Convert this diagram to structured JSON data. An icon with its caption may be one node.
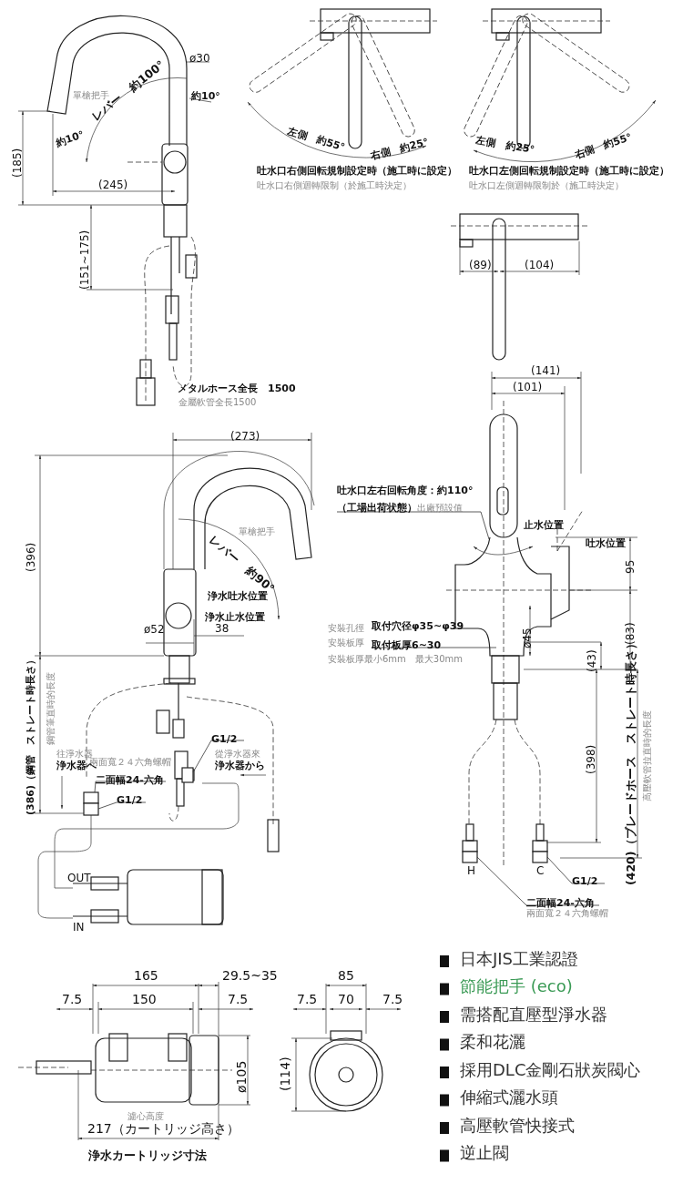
{
  "diagram": {
    "nodes": [
      {
        "text": [
          "吐水口左右回転角度：約110°",
          "（工場出荷状態）",
          "出廠預設值"
        ]
      },
      {
        "text": [
          "取付板厚6~30"
        ]
      },
      {
        "text": [
          "G1/2"
        ]
      },
      {
        "text": [
          "二面幅24-六角"
        ]
      },
      {
        "text": [
          "G1/2"
        ]
      },
      {
        "text": [
          "G1/2"
        ]
      },
      {
        "text": [
          "二面幅24-六角"
        ]
      },
      {
        "text": [],
        "shape": "box"
      },
      {
        "text": [],
        "shape": "box"
      },
      {
        "text": [],
        "shape": "box"
      },
      {
        "text": [],
        "shape": "box",
        "beside": [
          "H"
        ]
      },
      {
        "text": [],
        "shape": "box",
        "beside": [
          "C"
        ]
      }
    ],
    "edges": [
      {
        "from": 0,
        "to": null,
        "arrow": "none"
      },
      {
        "from": 1,
        "to": null,
        "arrow": "none"
      },
      {
        "from": 2,
        "to": 7,
        "arrow": "none"
      },
      {
        "from": 3,
        "to": 8,
        "arrow": "none"
      },
      {
        "from": 4,
        "to": 9,
        "arrow": "none"
      },
      {
        "from": 5,
        "to": 11,
        "arrow": "none"
      },
      {
        "from": 6,
        "to": 10,
        "arrow": "none"
      }
    ],
    "labels": [
      "ø30",
      "單槍把手",
      "レバー　約100°",
      "約10°",
      "約10°",
      "(185)",
      "(245)",
      "(151~175)",
      "メタルホース全長　1500",
      "金屬軟管全長1500",
      "左側　約55°",
      "右側　約25°",
      "吐水口右側回転規制設定時（施工時に設定）",
      "吐水口右側迴轉限制（於施工時決定）",
      "左側　約25°",
      "右側　約55°",
      "吐水口左側回転規制設定時（施工時に設定）",
      "吐水口左側迴轉限制於（施工時決定）",
      "(89)",
      "(104)",
      "(141)",
      "(101)",
      "(273)",
      "(396)",
      "單槍把手",
      "レバー　約90°",
      "浄水吐水位置",
      "止水位置",
      "吐水位置",
      "95",
      "浄水止水位置",
      "ø52",
      "38",
      "ø45",
      "(43)",
      "(83)",
      "安裝孔徑",
      "取付穴径φ35~φ39",
      "安裝板厚",
      "安裝板厚最小6mm　最大30mm",
      "(386)（鋼管　ストレート時長さ）",
      "鋼管筆直時的長度",
      "(398)",
      "(420)（ブレードホース　ストレート時長さ）",
      "高壓軟管拉直時的長度",
      "兩面寬２４六角螺帽",
      "從淨水器來",
      "浄水器から",
      "往淨水器",
      "浄水器へ",
      "OUT",
      "IN",
      "兩面寬２４六角螺帽",
      "165",
      "29.5~35",
      "7.5",
      "150",
      "7.5",
      "85",
      "7.5",
      "70",
      "7.5",
      "ø105",
      "(114)",
      "濾心高度",
      "217（カートリッジ高さ）",
      "浄水カートリッジ寸法",
      "日本JIS工業認證",
      "節能把手 (eco)",
      "需搭配直壓型淨水器",
      "柔和花灑",
      "採用DLC金剛石狀炭閥心",
      "伸縮式灑水頭",
      "高壓軟管快接式",
      "逆止閥"
    ]
  }
}
